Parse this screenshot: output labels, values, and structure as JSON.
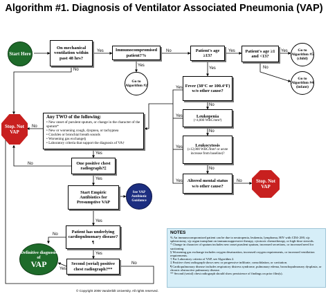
{
  "title": "Algorithm #1. Diagnosis of Ventilator Associated Pneumonia (VAP)",
  "nodes": {
    "start": "Start Here",
    "mech": "On mechanical ventilation within past 48 hrs?",
    "immuno": "Immunocompromised patient?%",
    "age13": "Patient's age ≥13?",
    "age1": "Patient's age ≥1 and <13?",
    "algo5": "Go to Algorithm #5 (child)",
    "algo4": "Go to Algorithm #4 (infant)",
    "algo2": "Go to Algorithm #2",
    "fever_main": "Fever (38°C or 100.4°F) w/o other cause?",
    "leukopenia_main": "Leukopenia",
    "leukopenia_sub": "(<4,000 WBC/mm³)",
    "leukocytosis_main": "Leukocytosis",
    "leukocytosis_sub": "(≥12,000 WBC/mm³ or acute increase from baseline)?",
    "altered": "Altered mental status w/o other cause?",
    "stop1": "Stop. Not VAP",
    "stop2": "Stop. Not VAP",
    "two_head": "Any TWO of the following:",
    "two_items": [
      "• New onset of purulent sputum, or change in the character of the sputum*",
      "• New or worsening cough, dyspnea, or tachypnea",
      "• Crackles or bronchial breath sounds",
      "• Worsening gas exchange§",
      "• Laboratory criteria that support the diagnosis of VA†"
    ],
    "cxr": "One positive chest radiograph?‡",
    "empiric": "Start Empiric Antibiotics for Presumptive VAP",
    "abx": "See VAP Antibiotic Guidance",
    "cardio": "Patient has underlying cardiopulmonary disease?¶",
    "definitive_top": "Definitive diagnosis of",
    "definitive_big": "VAP",
    "serial": "Second (serial) positive chest radiograph?**"
  },
  "labels": {
    "yes": "Yes",
    "no": "No"
  },
  "notes": {
    "title": "NOTES",
    "items": [
      "% An immunocompromised patient can be due to neutropenia, leukemia, lymphoma, HIV with CD4<200, s/p splenectomy, s/p organ transplant on immunosuppressive therapy, cytotoxic chemotherapy, or high-dose steroids.",
      "* Change in character of sputum includes new onset purulent sputum, increased secretions, or increased need for suctioning.",
      "§ Worsening gas exchange includes oxygen desaturation, increased oxygen requirements, or increased ventilation requirements.",
      "† For Laboratory criteria of VAP, see Algorithm 2.",
      "‡ Positive chest radiograph shows new or progressive infiltrate, consolidation, or cavitation.",
      "¶ Cardiopulmonary disease includes respiratory distress syndrome, pulmonary edema, bronchopulmonary dysplasia, or chronic obstructive pulmonary disease.",
      "** Second (serial) chest radiograph should show persistence of findings on prior film(s)."
    ]
  },
  "copyright": "© Copyright 2006 Vanderbilt University. All rights reserved.",
  "colors": {
    "start_green": "#1e6b2a",
    "stop_red": "#c8201f",
    "guidance_blue": "#1c2e80",
    "notes_bg": "#d6eef8"
  }
}
